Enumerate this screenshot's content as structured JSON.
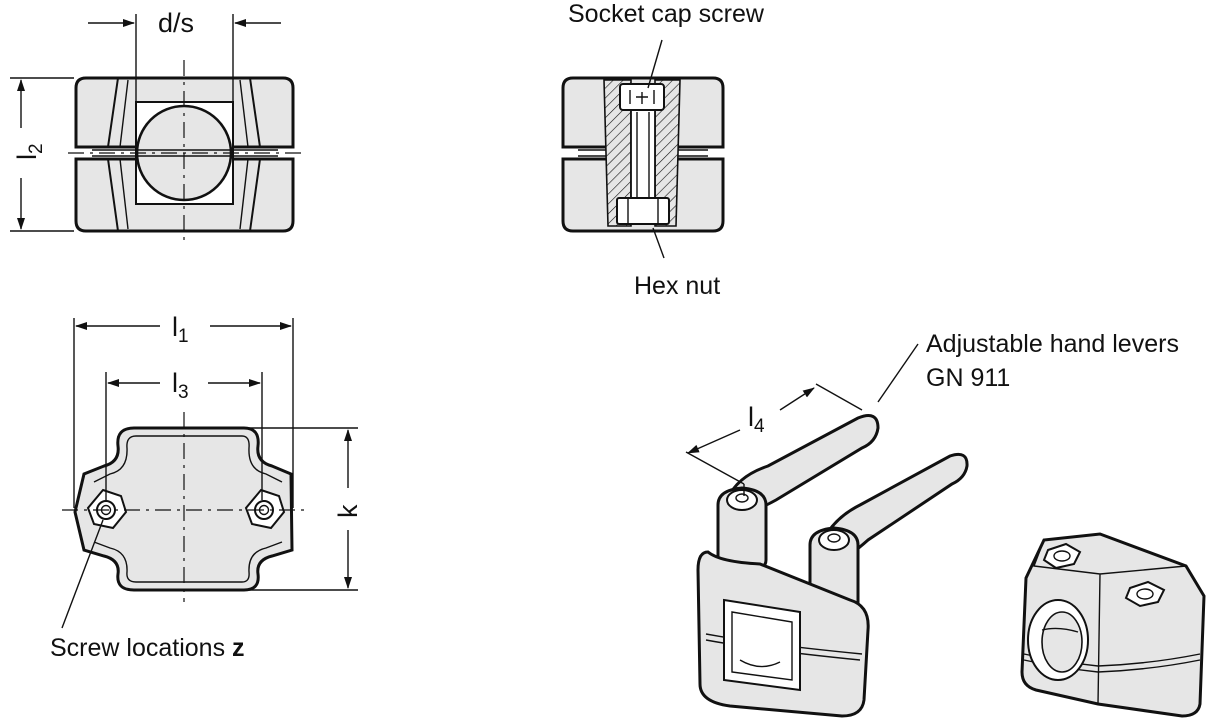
{
  "labels": {
    "dim_ds": "d/s",
    "dim_l2_main": "l",
    "dim_l2_sub": "2",
    "dim_l1_main": "l",
    "dim_l1_sub": "1",
    "dim_l3_main": "l",
    "dim_l3_sub": "3",
    "dim_l4_main": "l",
    "dim_l4_sub": "4",
    "dim_k": "k",
    "socket_cap_screw": "Socket cap screw",
    "hex_nut": "Hex nut",
    "hand_levers_line1": "Adjustable hand levers",
    "hand_levers_line2": "GN 911",
    "screw_locations": "Screw locations ",
    "screw_locations_var": "z"
  },
  "colors": {
    "line": "#111111",
    "fill": "#e6e6e6",
    "background": "#ffffff"
  }
}
